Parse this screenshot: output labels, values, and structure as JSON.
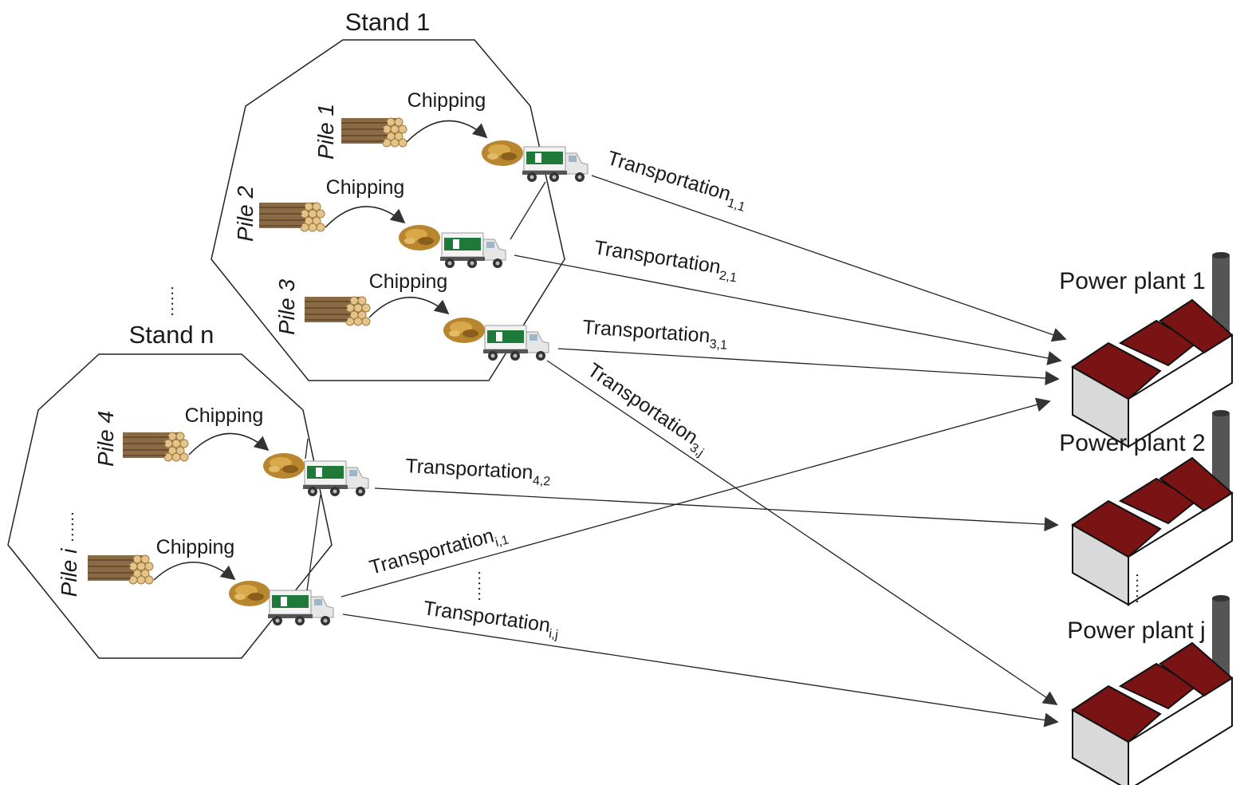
{
  "stands": [
    {
      "title": "Stand 1",
      "piles": [
        "Pile 1",
        "Pile 2",
        "Pile 3"
      ]
    },
    {
      "title": "Stand n",
      "piles": [
        "Pile 4",
        "Pile i"
      ]
    }
  ],
  "chipping_label": "Chipping",
  "power_plants": [
    "Power plant 1",
    "Power plant 2",
    "Power plant j"
  ],
  "transport_label": "Transportation",
  "transport_links": [
    {
      "from": "Pile 1",
      "to": "Power plant 1",
      "subscript": "1,1"
    },
    {
      "from": "Pile 2",
      "to": "Power plant 1",
      "subscript": "2,1"
    },
    {
      "from": "Pile 3",
      "to": "Power plant 1",
      "subscript": "3,1"
    },
    {
      "from": "Pile 3",
      "to": "Power plant j",
      "subscript": "3,j"
    },
    {
      "from": "Pile 4",
      "to": "Power plant 2",
      "subscript": "4,2"
    },
    {
      "from": "Pile i",
      "to": "Power plant 1",
      "subscript": "i,1"
    },
    {
      "from": "Pile i",
      "to": "Power plant j",
      "subscript": "i,j"
    }
  ],
  "ellipsis": "......",
  "icons": {
    "log_pile": "log-pile-icon",
    "wood_chips": "wood-chips-icon",
    "truck": "chip-truck-icon",
    "factory": "power-plant-factory-icon"
  },
  "colors": {
    "roof": "#7a1414",
    "wall": "#d9d9d9",
    "truck_stripe": "#1f7a3a",
    "logs": "#c8a46a",
    "chips": "#b8862e"
  }
}
